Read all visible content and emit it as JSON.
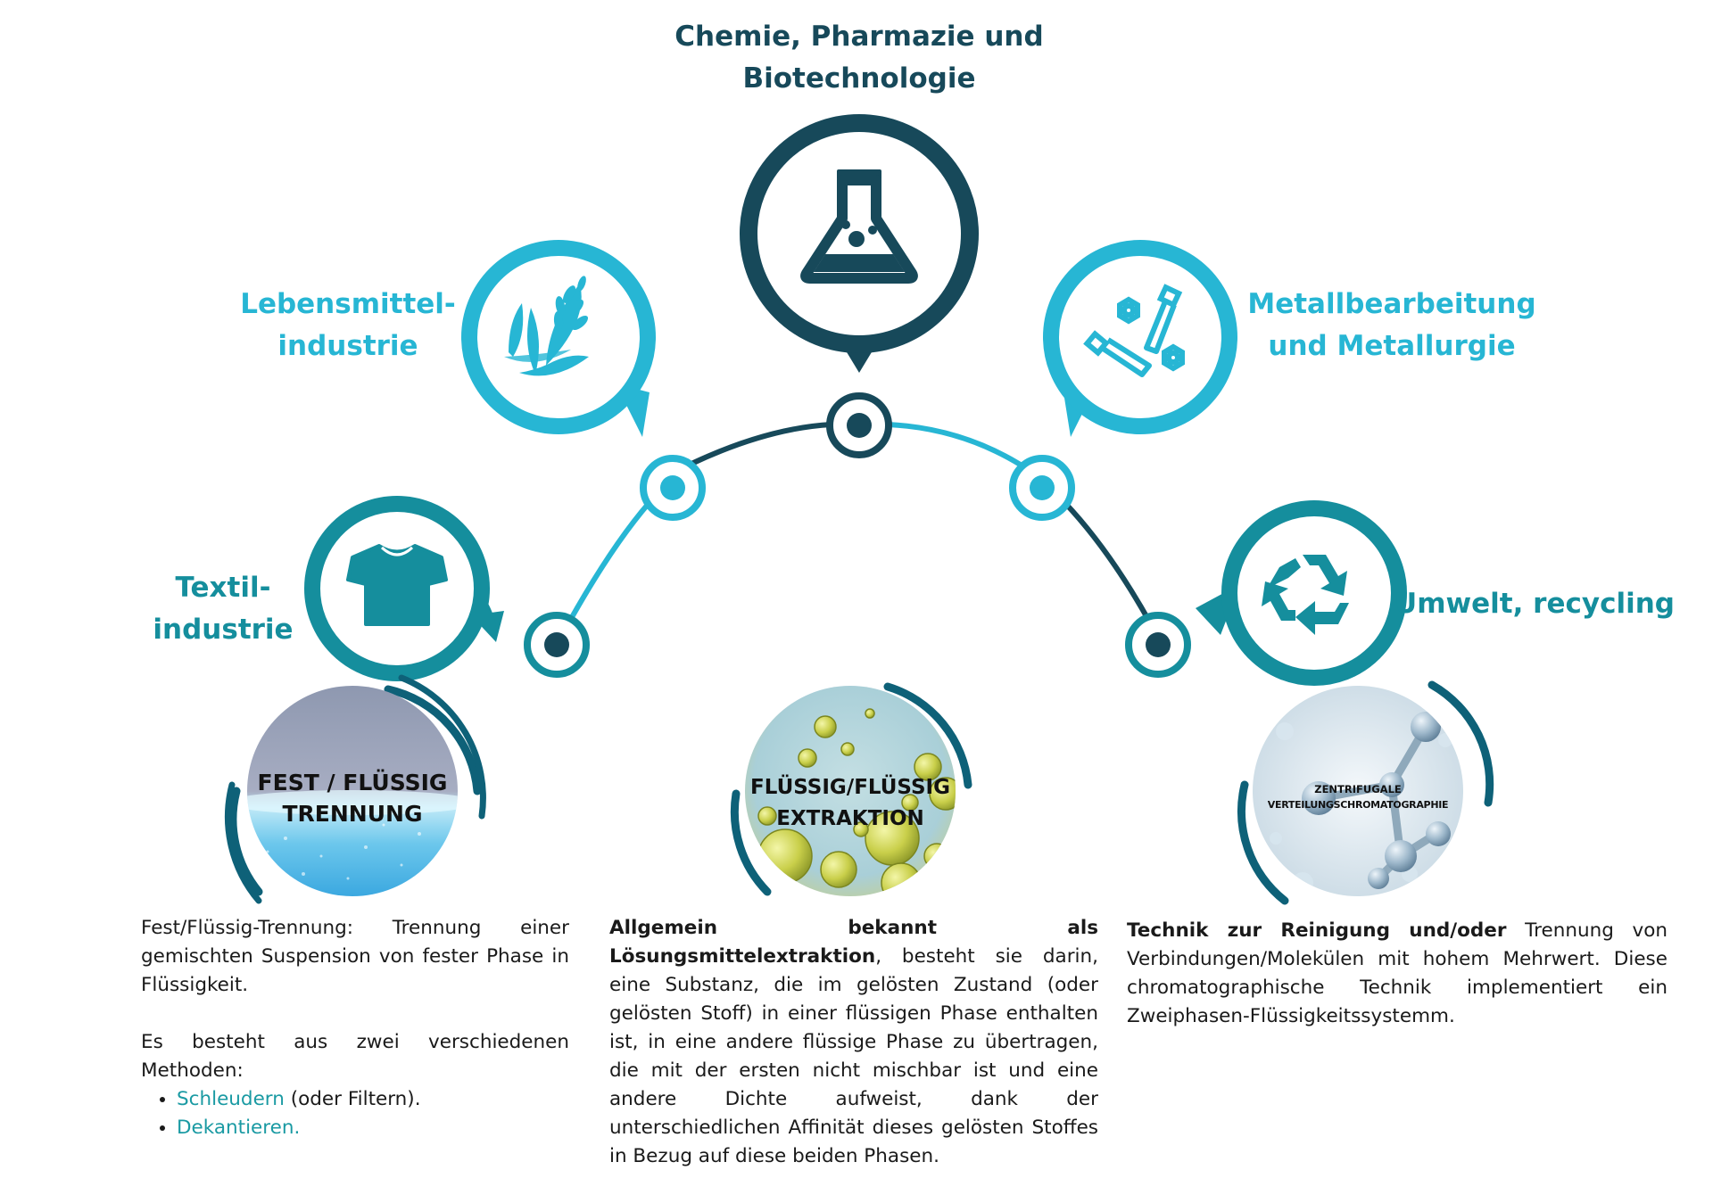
{
  "categories": {
    "chemistry": {
      "line1": "Chemie, Pharmazie und",
      "line2": "Biotechnologie",
      "icon": "flask-icon",
      "color": "#17495a"
    },
    "food": {
      "line1": "Lebensmittel-",
      "line2": "industrie",
      "icon": "wheat-icon",
      "color": "#27b6d4"
    },
    "metal": {
      "line1": "Metallbearbeitung",
      "line2": "und Metallurgie",
      "icon": "bolts-icon",
      "color": "#27b6d4"
    },
    "textile": {
      "line1": "Textil-",
      "line2": "industrie",
      "icon": "tshirt-icon",
      "color": "#158e9d"
    },
    "environment": {
      "line1": "Umwelt, recycling",
      "icon": "recycle-icon",
      "color": "#158e9d"
    }
  },
  "techniques": {
    "solid_liquid": {
      "title_line1": "FEST / FLÜSSIG",
      "title_line2": "TRENNUNG",
      "desc_p1": "Fest/Flüssig-Trennung: Trennung einer gemischten Suspension von fester Phase in Flüssigkeit.",
      "desc_p2": "Es besteht aus zwei verschiedenen Methoden:",
      "method1_link": "Schleudern",
      "method1_rest": " (oder Filtern).",
      "method2_link": "Dekantieren."
    },
    "liquid_liquid": {
      "title_line1": "FLÜSSIG/FLÜSSIG",
      "title_line2": "EXTRAKTION",
      "desc_bold": "Allgemein bekannt als Lösungsmittelextraktion",
      "desc_rest": ", besteht sie darin, eine Substanz, die im gelösten Zustand (oder gelösten Stoff) in einer flüssigen Phase enthalten ist, in eine andere flüssige Phase zu übertragen, die mit der ersten nicht mischbar ist und eine andere Dichte aufweist, dank der unterschiedlichen Affinität dieses gelösten Stoffes in Bezug auf diese beiden Phasen."
    },
    "centrifugal": {
      "title_line1": "ZENTRIFUGALE",
      "title_line2": "VERTEILUNGSCHROMATOGRAPHIE",
      "desc_bold": "Technik zur Reinigung und/oder",
      "desc_rest": " Trennung von Verbindungen/Molekülen mit hohem Mehrwert. Diese chromatographische Technik implementiert ein Zweiphasen-Flüssigkeitssystemm."
    }
  }
}
